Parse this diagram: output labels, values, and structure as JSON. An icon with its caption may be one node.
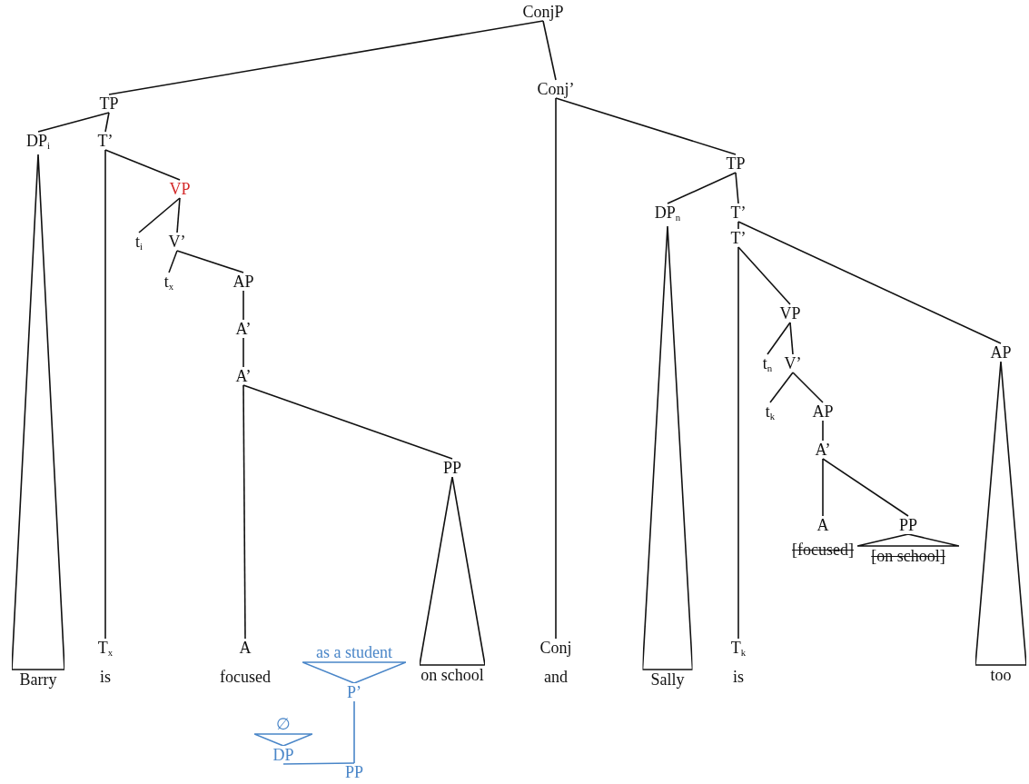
{
  "diagram": {
    "nodes": [
      {
        "text": [
          "ConjP"
        ]
      },
      {
        "text": [
          "TP"
        ]
      },
      {
        "text": [
          "Conj’"
        ]
      },
      {
        "text": [
          "DP$_{i}$",
          "Barry"
        ]
      },
      {
        "text": [
          "T’"
        ]
      },
      {
        "text": [
          "VP"
        ]
      },
      {
        "text": [
          "t$_{i}$"
        ]
      },
      {
        "text": [
          "V’"
        ]
      },
      {
        "text": [
          "t$_{x}$"
        ]
      },
      {
        "text": [
          "AP"
        ]
      },
      {
        "text": [
          "A’"
        ]
      },
      {
        "text": [
          "A’"
        ]
      },
      {
        "text": [
          "A"
        ]
      },
      {
        "text": [
          "PP",
          "on school"
        ]
      },
      {
        "text": [
          "T$_{x}$"
        ]
      },
      {
        "text": [
          "TP"
        ]
      },
      {
        "text": [
          "DP$_{n}$",
          "Sally"
        ]
      },
      {
        "text": [
          "T’"
        ]
      },
      {
        "text": [
          "T’"
        ]
      },
      {
        "text": [
          "VP"
        ]
      },
      {
        "text": [
          "t$_{n}$"
        ]
      },
      {
        "text": [
          "V’"
        ]
      },
      {
        "text": [
          "t$_{k}$"
        ]
      },
      {
        "text": [
          "AP"
        ]
      },
      {
        "text": [
          "A’"
        ]
      },
      {
        "text": [
          "A"
        ]
      },
      {
        "text": [
          "PP",
          "[on school]"
        ]
      },
      {
        "text": [
          "AP",
          "too"
        ]
      },
      {
        "text": [
          "Conj"
        ]
      },
      {
        "text": [
          "T$_{k}$"
        ]
      },
      {
        "text": [
          "as a student",
          "P’"
        ]
      },
      {
        "text": [
          "∅",
          "DP"
        ]
      },
      {
        "text": [
          "PP"
        ]
      }
    ],
    "edges": [
      {
        "from": 0,
        "to": 1,
        "arrow": "none"
      },
      {
        "from": 0,
        "to": 2,
        "arrow": "none"
      },
      {
        "from": 1,
        "to": 3,
        "arrow": "none"
      },
      {
        "from": 1,
        "to": 4,
        "arrow": "none"
      },
      {
        "from": 4,
        "to": 14,
        "arrow": "none"
      },
      {
        "from": 4,
        "to": 5,
        "arrow": "none"
      },
      {
        "from": 5,
        "to": 6,
        "arrow": "none"
      },
      {
        "from": 5,
        "to": 7,
        "arrow": "none"
      },
      {
        "from": 7,
        "to": 8,
        "arrow": "none"
      },
      {
        "from": 7,
        "to": 9,
        "arrow": "none"
      },
      {
        "from": 9,
        "to": 10,
        "arrow": "none"
      },
      {
        "from": 10,
        "to": 11,
        "arrow": "none"
      },
      {
        "from": 11,
        "to": 12,
        "arrow": "none"
      },
      {
        "from": 11,
        "to": 13,
        "arrow": "none"
      },
      {
        "from": 2,
        "to": 28,
        "arrow": "none"
      },
      {
        "from": 2,
        "to": 15,
        "arrow": "none"
      },
      {
        "from": 15,
        "to": 16,
        "arrow": "none"
      },
      {
        "from": 15,
        "to": 17,
        "arrow": "none"
      },
      {
        "from": 17,
        "to": 18,
        "arrow": "none"
      },
      {
        "from": 17,
        "to": 27,
        "arrow": "none"
      },
      {
        "from": 18,
        "to": 29,
        "arrow": "none"
      },
      {
        "from": 18,
        "to": 19,
        "arrow": "none"
      },
      {
        "from": 19,
        "to": 20,
        "arrow": "none"
      },
      {
        "from": 19,
        "to": 21,
        "arrow": "none"
      },
      {
        "from": 21,
        "to": 22,
        "arrow": "none"
      },
      {
        "from": 21,
        "to": 23,
        "arrow": "none"
      },
      {
        "from": 23,
        "to": 24,
        "arrow": "none"
      },
      {
        "from": 24,
        "to": 25,
        "arrow": "none"
      },
      {
        "from": 24,
        "to": 26,
        "arrow": "none"
      },
      {
        "from": 30,
        "to": 32,
        "arrow": "none",
        "color": "#4a86c8"
      },
      {
        "from": 31,
        "to": 32,
        "arrow": "none",
        "color": "#4a86c8"
      }
    ],
    "labels": [
      "is",
      "focused",
      "and",
      "is",
      "[focused]"
    ]
  }
}
